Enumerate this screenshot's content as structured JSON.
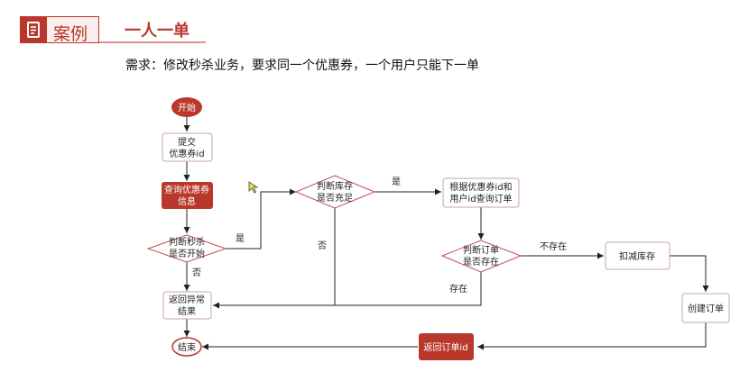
{
  "header": {
    "badge_label": "案例",
    "title": "一人一单",
    "requirement": "需求：修改秒杀业务，要求同一个优惠券，一个用户只能下一单"
  },
  "colors": {
    "accent": "#b9382b",
    "node_border": "#c0504d",
    "line": "#222222"
  },
  "icons": {
    "badge_icon": "document-icon",
    "cursor": "mouse-cursor-icon"
  },
  "flow": {
    "nodes": {
      "start": "开始",
      "submit_line1": "提交",
      "submit_line2": "优惠券id",
      "query_line1": "查询优惠券",
      "query_line2": "信息",
      "check_start_line1": "判断秒杀",
      "check_start_line2": "是否开始",
      "check_stock_line1": "判断库存",
      "check_stock_line2": "是否充足",
      "query_order_line1": "根据优惠券id和",
      "query_order_line2": "用户id查询订单",
      "check_order_line1": "判断订单",
      "check_order_line2": "是否存在",
      "deduct_stock": "扣减库存",
      "create_order": "创建订单",
      "return_error_line1": "返回异常",
      "return_error_line2": "结果",
      "return_order_id": "返回订单id",
      "end": "结束"
    },
    "edges": {
      "started_yes": "是",
      "started_no": "否",
      "stock_yes": "是",
      "stock_no": "否",
      "order_not_exist": "不存在",
      "order_exist": "存在"
    }
  }
}
